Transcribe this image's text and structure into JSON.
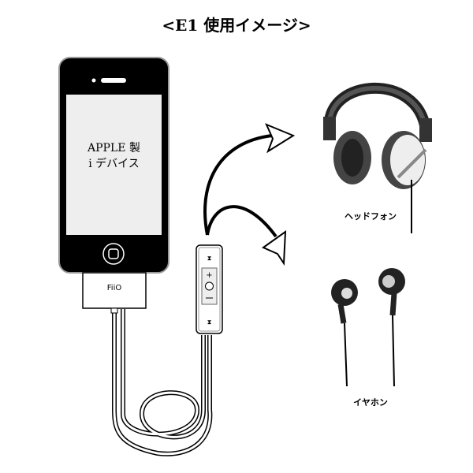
{
  "title": "<E1 使用イメージ>",
  "device": {
    "line1": "APPLE 製",
    "line2": "i デバイス"
  },
  "adapter": {
    "brand": "FiiO"
  },
  "labels": {
    "headphones": "ヘッドフォン",
    "earphones": "イヤホン"
  }
}
